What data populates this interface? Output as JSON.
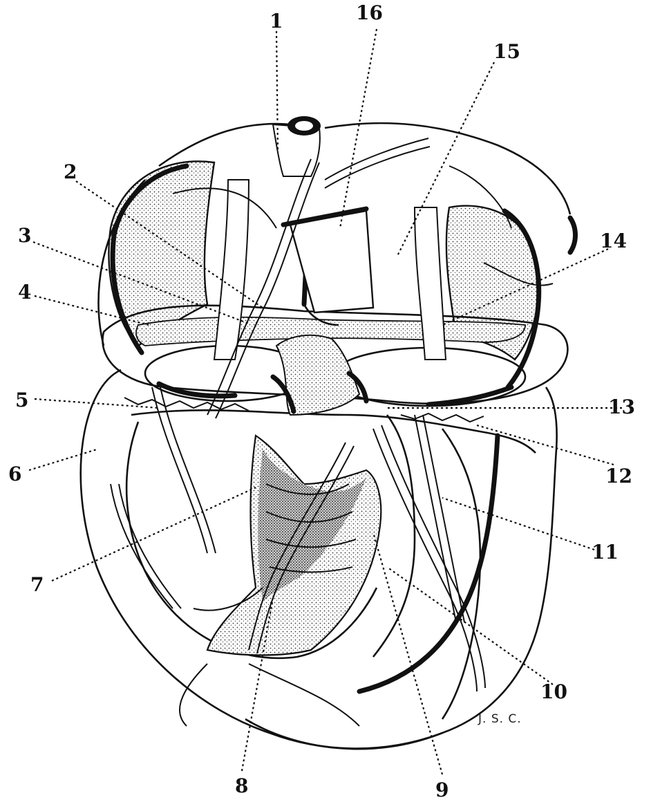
{
  "figure": {
    "callouts": [
      {
        "id": "1",
        "text": "1"
      },
      {
        "id": "2",
        "text": "2"
      },
      {
        "id": "3",
        "text": "3"
      },
      {
        "id": "4",
        "text": "4"
      },
      {
        "id": "5",
        "text": "5"
      },
      {
        "id": "6",
        "text": "6"
      },
      {
        "id": "7",
        "text": "7"
      },
      {
        "id": "8",
        "text": "8"
      },
      {
        "id": "9",
        "text": "9"
      },
      {
        "id": "10",
        "text": "10"
      },
      {
        "id": "11",
        "text": "11"
      },
      {
        "id": "12",
        "text": "12"
      },
      {
        "id": "13",
        "text": "13"
      },
      {
        "id": "14",
        "text": "14"
      },
      {
        "id": "15",
        "text": "15"
      },
      {
        "id": "16",
        "text": "16"
      }
    ],
    "signature": "J. S. C.",
    "colors": {
      "ink": "#111111",
      "stipple": "#d9d9d9",
      "background": "#ffffff"
    }
  }
}
